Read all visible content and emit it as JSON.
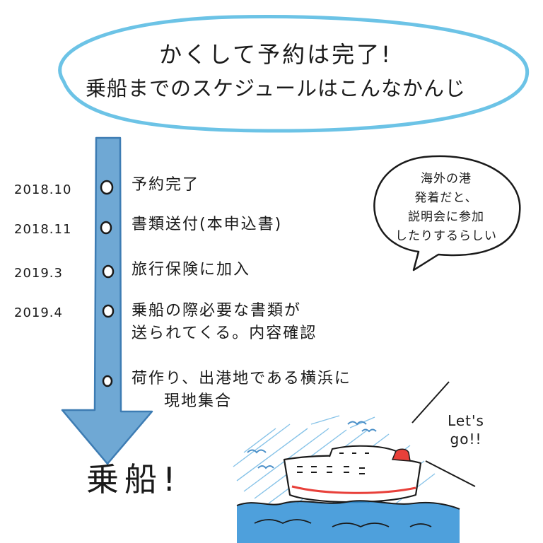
{
  "title": {
    "line1": "かくして予約は完了!",
    "line2": "乗船までのスケジュールはこんなかんじ"
  },
  "timeline": [
    {
      "date": "2018.10",
      "text": [
        "予約完了"
      ]
    },
    {
      "date": "2018.11",
      "text": [
        "書類送付(本申込書)"
      ]
    },
    {
      "date": "2019.3",
      "text": [
        "旅行保険に加入"
      ]
    },
    {
      "date": "2019.4",
      "text": [
        "乗船の際必要な書類が",
        "送られてくる。内容確認"
      ]
    },
    {
      "date": "",
      "text": [
        "荷作り、出港地である横浜に",
        "現地集合"
      ]
    }
  ],
  "note_bubble": {
    "lines": [
      "海外の港",
      "発着だと、",
      "説明会に参加",
      "したりするらしい"
    ]
  },
  "boarding_label": "乗船!",
  "ship_caption": {
    "lines": [
      "Let's",
      "go!!"
    ]
  },
  "colors": {
    "cloud_outline": "#6cc3e6",
    "arrow_fill": "#6fa8d4",
    "arrow_outline": "#3d7cb3",
    "sea": "#2f8fd6",
    "ship_stripe": "#e8403a",
    "funnel": "#e8403a"
  },
  "icons": [
    "cloud-shape",
    "down-arrow",
    "speech-bubble",
    "ship-drawing",
    "seagull-icon"
  ]
}
